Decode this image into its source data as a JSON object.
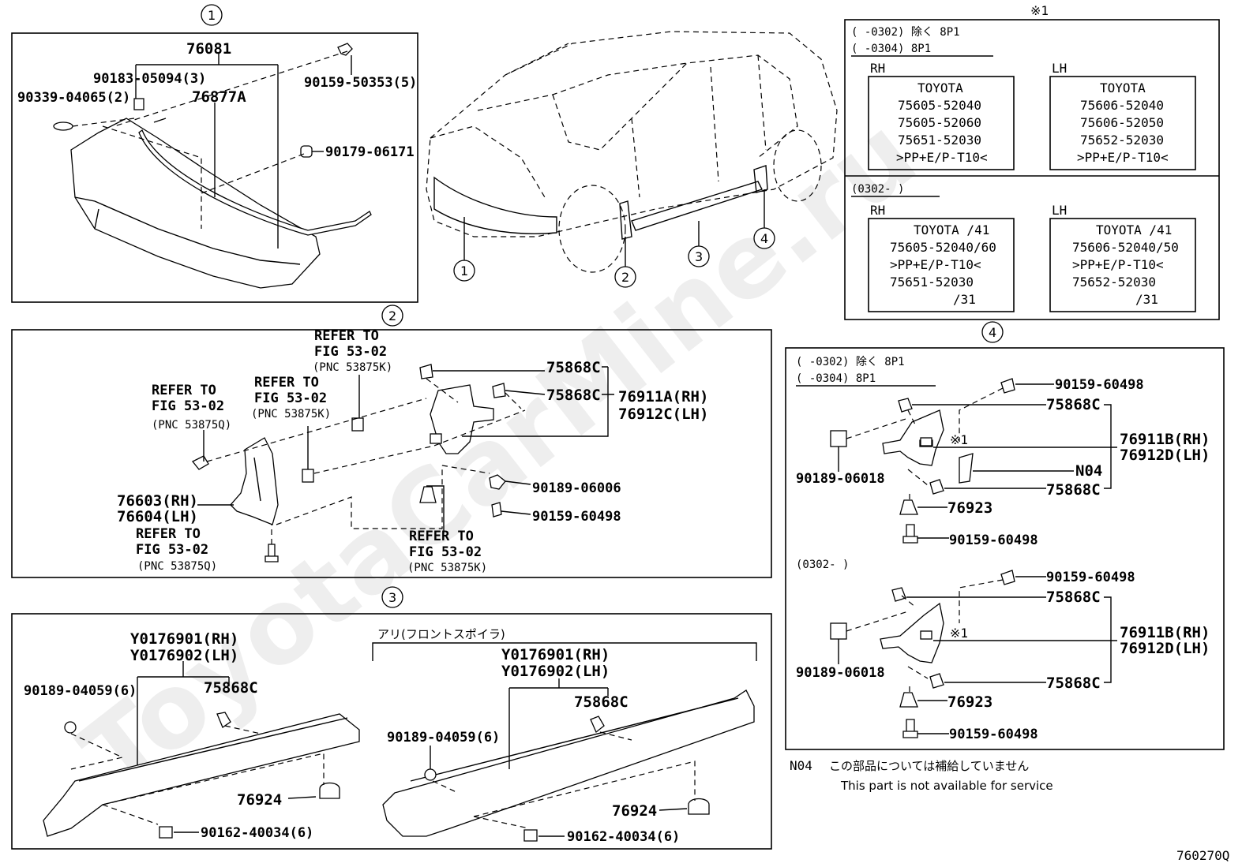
{
  "diagram": {
    "watermark": "ToyotaCarMine.ru",
    "figure_code": "760270Q",
    "callouts": {
      "c1": "1",
      "c2": "2",
      "c3": "3",
      "c4": "4"
    },
    "panel1": {
      "p76081": "76081",
      "p90183": "90183-05094(3)",
      "p76877": "76877A",
      "p90339": "90339-04065(2)",
      "p90159": "90159-50353(5)",
      "p90179": "90179-06171"
    },
    "panel2": {
      "ref1a": "REFER TO",
      "ref1b": "FIG 53-02",
      "ref1c": "(PNC 53875K)",
      "ref2a": "REFER TO",
      "ref2b": "FIG 53-02",
      "ref2c": "(PNC 53875K)",
      "ref3a": "REFER TO",
      "ref3b": "FIG 53-02",
      "ref3c": "(PNC 53875Q)",
      "ref4a": "REFER TO",
      "ref4b": "FIG 53-02",
      "ref4c": "(PNC 53875Q)",
      "ref5a": "REFER TO",
      "ref5b": "FIG 53-02",
      "ref5c": "(PNC 53875K)",
      "p75868a": "75868C",
      "p75868b": "75868C",
      "p76911": "76911A(RH)",
      "p76912": "76912C(LH)",
      "p76603": "76603(RH)",
      "p76604": "76604(LH)",
      "p90189": "90189-06006",
      "p90159": "90159-60498"
    },
    "panel3": {
      "left_rh": "Y0176901(RH)",
      "left_lh": "Y0176902(LH)",
      "left_90189": "90189-04059(6)",
      "left_75868": "75868C",
      "left_76924": "76924",
      "left_90162": "90162-40034(6)",
      "spoiler_note": "アリ(フロントスポイラ)",
      "right_rh": "Y0176901(RH)",
      "right_lh": "Y0176902(LH)",
      "right_75868": "75868C",
      "right_90189": "90189-04059(6)",
      "right_76924": "76924",
      "right_90162": "90162-40034(6)"
    },
    "note_box": {
      "star": "※1",
      "top_l1": "(      -0302) 除く 8P1",
      "top_l2": "(      -0304) 8P1",
      "rh": "RH",
      "lh": "LH",
      "rh_a": [
        "TOYOTA",
        "75605-52040",
        "75605-52060",
        "75651-52030",
        ">PP+E/P-T10<"
      ],
      "lh_a": [
        "TOYOTA",
        "75606-52040",
        "75606-52050",
        "75652-52030",
        ">PP+E/P-T10<"
      ],
      "bot_l1": "(0302-      )",
      "rh2": "RH",
      "lh2": "LH",
      "rh_b": [
        "TOYOTA   /41",
        "75605-52040/60",
        ">PP+E/P-T10<",
        "75651-52030",
        "/31"
      ],
      "lh_b": [
        "TOYOTA   /41",
        "75606-52040/50",
        ">PP+E/P-T10<",
        "75652-52030",
        "/31"
      ]
    },
    "panel4": {
      "hdr1": "(      -0302) 除く 8P1",
      "hdr2": "(      -0304) 8P1",
      "a_90159t": "90159-60498",
      "a_75868t": "75868C",
      "a_star": "※1",
      "a_76911": "76911B(RH)",
      "a_76912": "76912D(LH)",
      "a_n04": "N04",
      "a_90189": "90189-06018",
      "a_75868b": "75868C",
      "a_76923": "76923",
      "a_90159b": "90159-60498",
      "hdr3": "(0302-      )",
      "b_90159t": "90159-60498",
      "b_75868t": "75868C",
      "b_star": "※1",
      "b_76911": "76911B(RH)",
      "b_76912": "76912D(LH)",
      "b_90189": "90189-06018",
      "b_75868b": "75868C",
      "b_76923": "76923",
      "b_90159b": "90159-60498"
    },
    "footnote": {
      "code": "N04",
      "jp": "この部品については補給していません",
      "en": "This part is not available for service"
    }
  }
}
